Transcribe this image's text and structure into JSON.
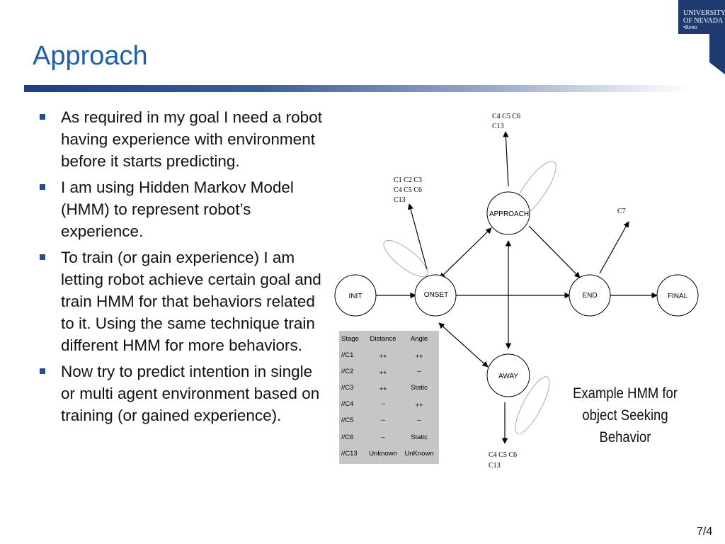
{
  "title": "Approach",
  "logo": {
    "line1": "UNIVERSITY",
    "line2": "OF NEVADA",
    "line3": "•Reno"
  },
  "bullets": [
    "As required in my goal I need a robot having experience with environment before it starts predicting.",
    "I am using Hidden Markov Model (HMM) to represent robot’s experience.",
    "To train (or gain experience) I am letting robot achieve certain goal and train HMM for that behaviors related to it. Using the same technique train different HMM for more behaviors.",
    "Now try to predict intention in single or multi agent environment based on training (or gained experience)."
  ],
  "diagram": {
    "states": {
      "init": "INIT",
      "onset": "ONSET",
      "approach": "APPROACH",
      "end": "END",
      "final": "FINAL",
      "away": "AWAY"
    },
    "emissions": {
      "approach_line1": "C4 C5 C6",
      "approach_line2": "C13",
      "onset_line1": "C1 C2 C3",
      "onset_line2": "C4 C5 C6",
      "onset_line3": "C13",
      "end": "C7",
      "away_line1": "C4 C5 C6",
      "away_line2": "C13"
    }
  },
  "table": {
    "headers": [
      "Stage",
      "Distance",
      "Angle"
    ],
    "rows": [
      [
        "//C1",
        "++",
        "++"
      ],
      [
        "//C2",
        "++",
        "--"
      ],
      [
        "//C3",
        "++",
        "Static"
      ],
      [
        "//C4",
        "--",
        "++"
      ],
      [
        "//C5",
        "--",
        "--"
      ],
      [
        "//C6",
        "–",
        "Static"
      ],
      [
        "//C13",
        "Unknown",
        "UnKnown"
      ]
    ]
  },
  "caption": {
    "line1": "Example HMM for",
    "line2": "object Seeking",
    "line3": "Behavior"
  },
  "page_number": "7/4"
}
